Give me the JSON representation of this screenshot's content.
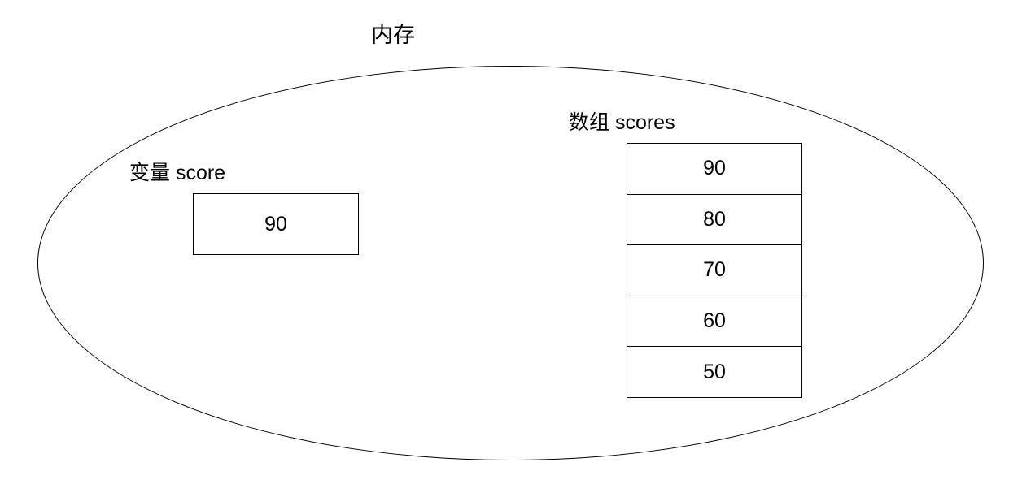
{
  "diagram": {
    "title": "内存",
    "colors": {
      "line": "#000000",
      "background": "#ffffff",
      "text": "#000000"
    },
    "variable": {
      "label": "变量 score",
      "value": "90"
    },
    "array": {
      "label": "数组 scores",
      "values": [
        "90",
        "80",
        "70",
        "60",
        "50"
      ]
    }
  }
}
